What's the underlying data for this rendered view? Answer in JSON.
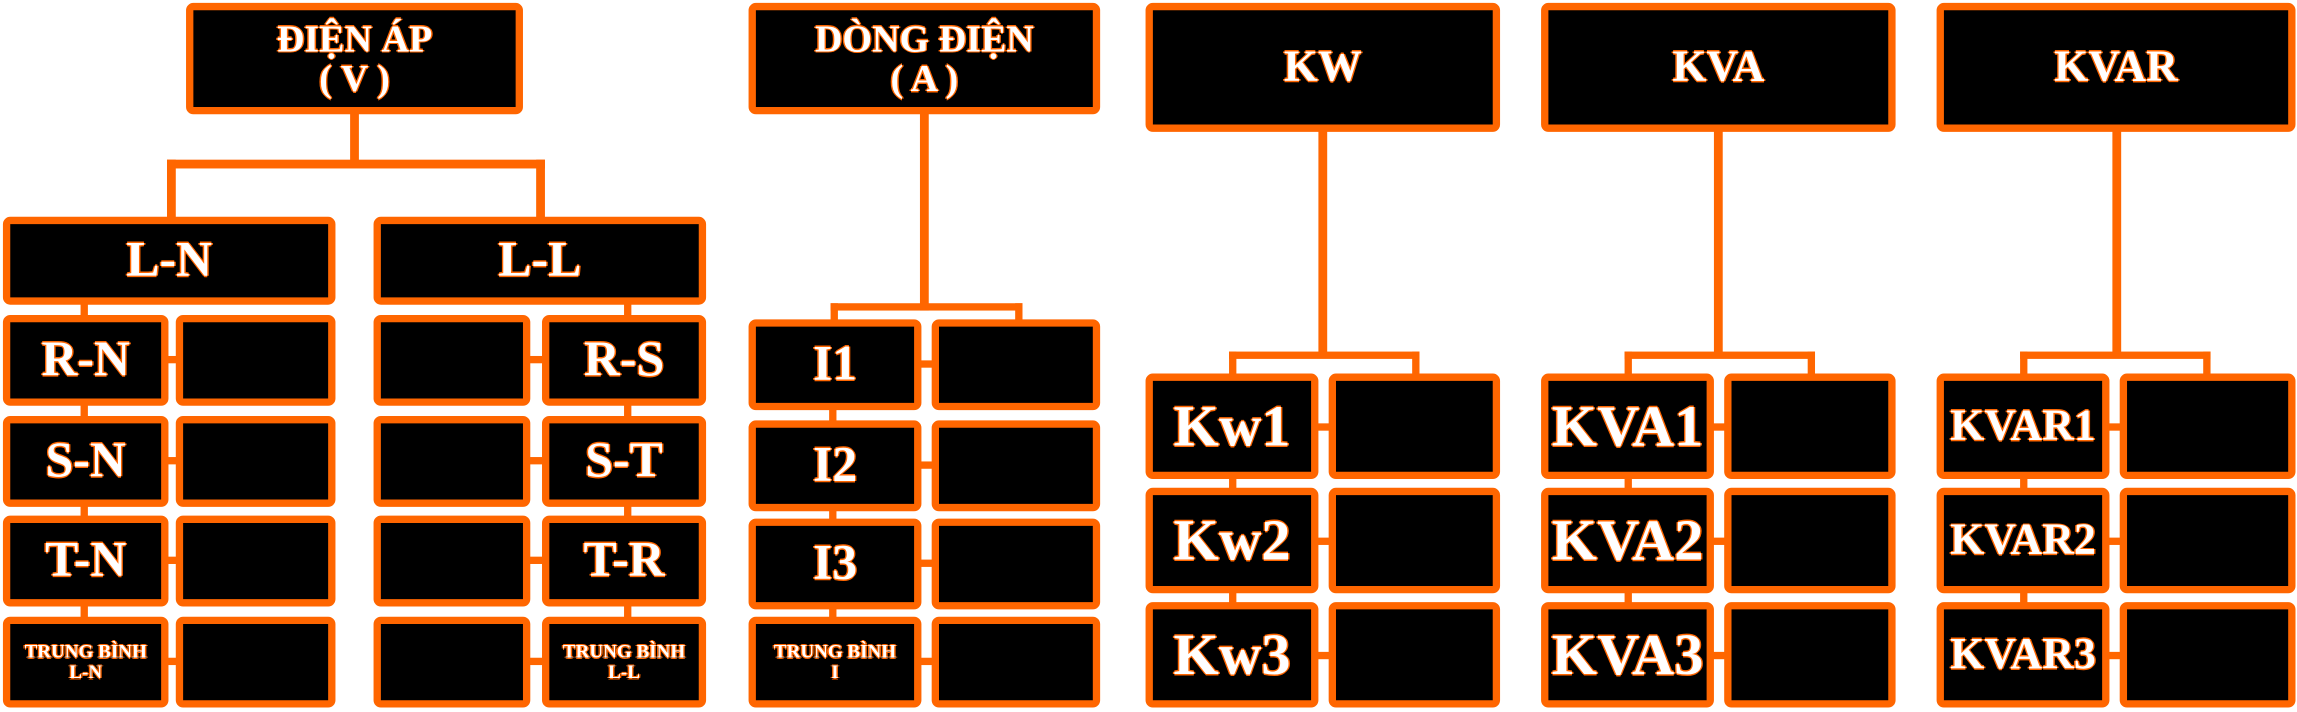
{
  "voltage": {
    "title": "ĐIỆN ÁP\n( V )",
    "ln": {
      "title": "L-N",
      "rows": [
        "R-N",
        "S-N",
        "T-N",
        "TRUNG BÌNH\nL-N"
      ]
    },
    "ll": {
      "title": "L-L",
      "rows": [
        "R-S",
        "S-T",
        "T-R",
        "TRUNG BÌNH\nL-L"
      ]
    }
  },
  "current": {
    "title": "DÒNG ĐIỆN\n( A )",
    "rows": [
      "I1",
      "I2",
      "I3",
      "TRUNG BÌNH\nI"
    ]
  },
  "power": [
    {
      "title": "KW",
      "rows": [
        "Kw1",
        "Kw2",
        "Kw3"
      ]
    },
    {
      "title": "KVA",
      "rows": [
        "KVA1",
        "KVA2",
        "KVA3"
      ]
    },
    {
      "title": "KVAR",
      "rows": [
        "KVAR1",
        "KVAR2",
        "KVAR3"
      ]
    }
  ],
  "colors": {
    "accent": "#ff6600",
    "box": "#000000",
    "text": "#ffffff"
  }
}
